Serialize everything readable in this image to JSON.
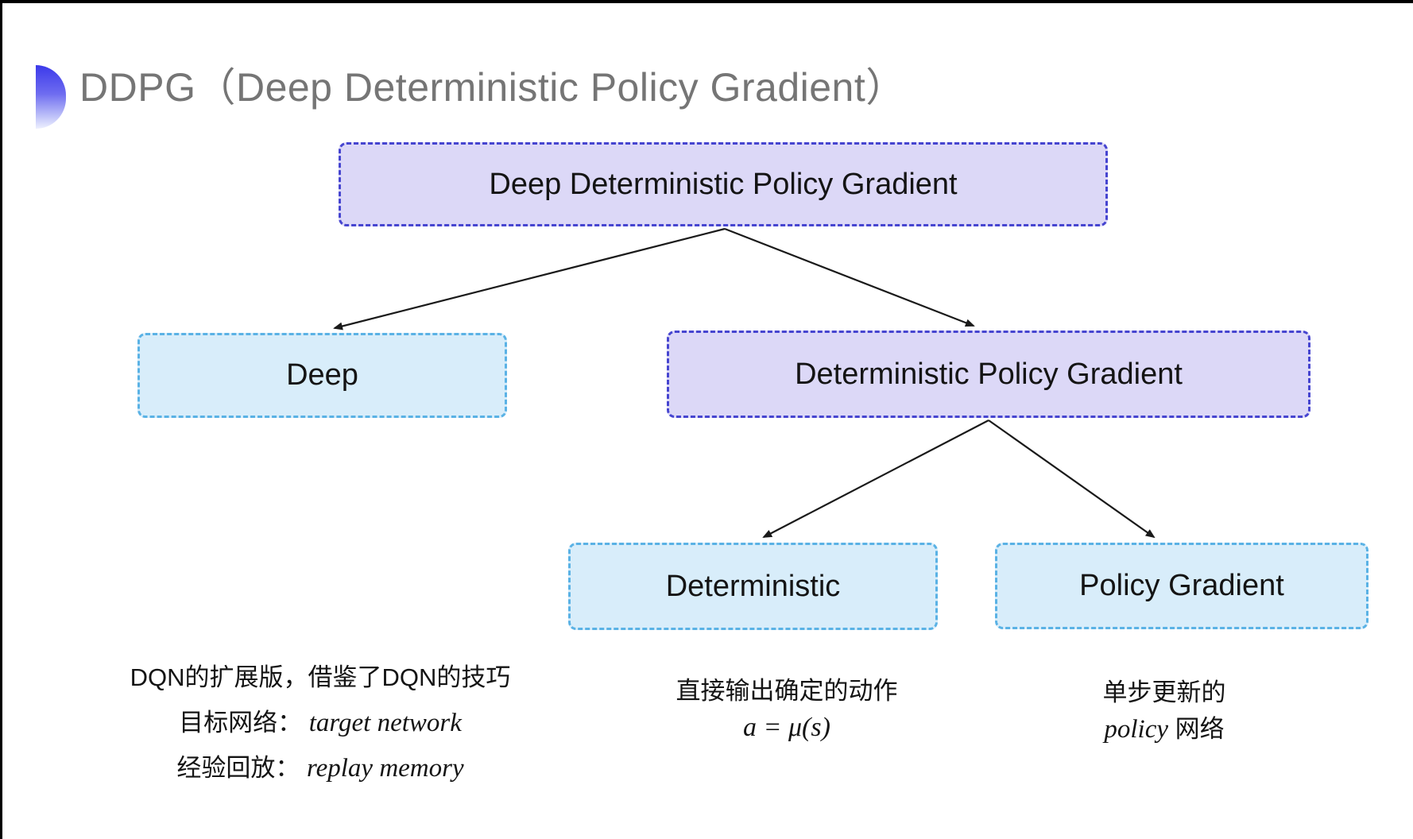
{
  "title": {
    "text": "DDPG（Deep Deterministic Policy Gradient）",
    "bullet_icon": "half-disc-gradient"
  },
  "colors": {
    "lavender_fill": "#dcd8f7",
    "lavender_border": "#4645d0",
    "cyan_fill": "#d8edfa",
    "cyan_border": "#5ab2e5",
    "title_gray": "#757575",
    "arrow": "#1a1a1a",
    "frame": "#000000"
  },
  "nodes": [
    {
      "id": "ddpg",
      "label": "Deep Deterministic Policy Gradient",
      "variant": "lavender"
    },
    {
      "id": "deep",
      "label": "Deep",
      "variant": "cyan"
    },
    {
      "id": "dpg",
      "label": "Deterministic Policy Gradient",
      "variant": "lavender"
    },
    {
      "id": "deterministic",
      "label": "Deterministic",
      "variant": "cyan"
    },
    {
      "id": "policy-gradient",
      "label": "Policy Gradient",
      "variant": "cyan"
    }
  ],
  "edges": [
    {
      "from": "ddpg",
      "to": "deep"
    },
    {
      "from": "ddpg",
      "to": "dpg"
    },
    {
      "from": "dpg",
      "to": "deterministic"
    },
    {
      "from": "dpg",
      "to": "policy-gradient"
    }
  ],
  "annotations": {
    "deep_note": {
      "line1": "DQN的扩展版，借鉴了DQN的技巧",
      "line2_label": "目标网络：",
      "line2_term": "target network",
      "line3_label": "经验回放：",
      "line3_term": "replay memory"
    },
    "deterministic_note": {
      "line1": "直接输出确定的动作",
      "formula": "a = μ(s)"
    },
    "policy_gradient_note": {
      "line1": "单步更新的",
      "term": "policy",
      "suffix": " 网络"
    }
  }
}
